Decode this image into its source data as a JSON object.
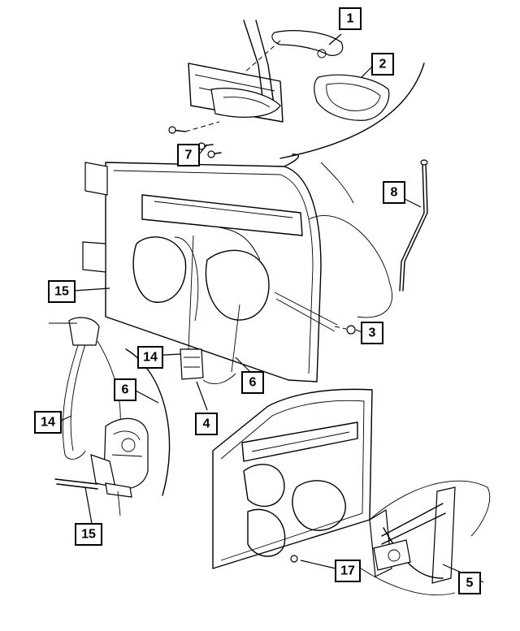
{
  "callouts": [
    {
      "id": "c1",
      "text": "1"
    },
    {
      "id": "c2",
      "text": "2"
    },
    {
      "id": "c3",
      "text": "3"
    },
    {
      "id": "c4",
      "text": "4"
    },
    {
      "id": "c5",
      "text": "5"
    },
    {
      "id": "c6a",
      "text": "6"
    },
    {
      "id": "c6b",
      "text": "6"
    },
    {
      "id": "c7",
      "text": "7"
    },
    {
      "id": "c8",
      "text": "8"
    },
    {
      "id": "c14a",
      "text": "14"
    },
    {
      "id": "c14b",
      "text": "14"
    },
    {
      "id": "c15a",
      "text": "15"
    },
    {
      "id": "c15b",
      "text": "15"
    },
    {
      "id": "c17",
      "text": "17"
    }
  ]
}
